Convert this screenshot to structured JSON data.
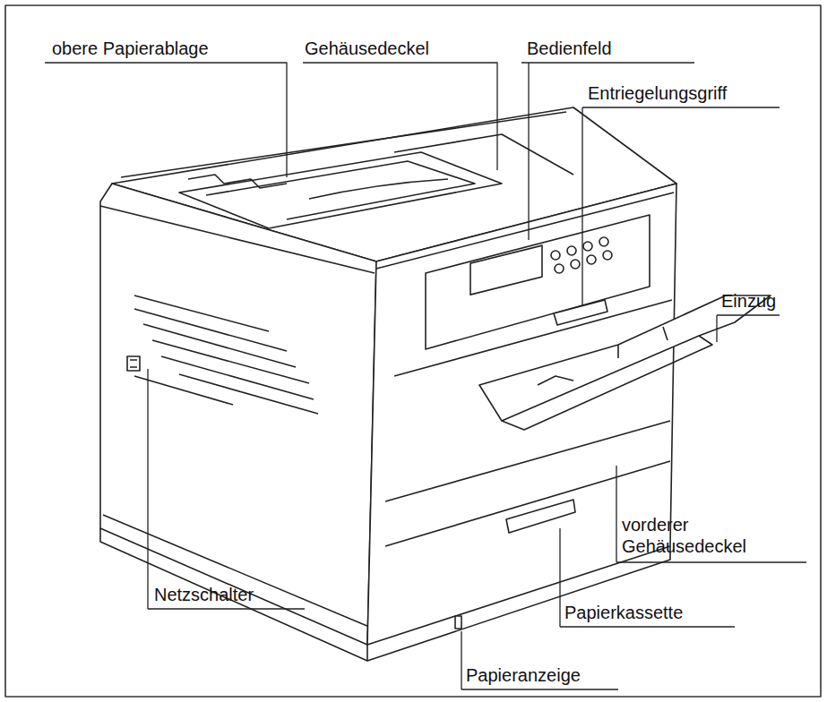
{
  "diagram": {
    "labels": [
      "obere Papierablage",
      "Gehäusedeckel",
      "Bedienfeld",
      "Entriegelungsgriff",
      "Einzug",
      "vorderer Gehäusedeckel",
      "Papierkassette",
      "Papieranzeige",
      "Netzschalter"
    ]
  }
}
